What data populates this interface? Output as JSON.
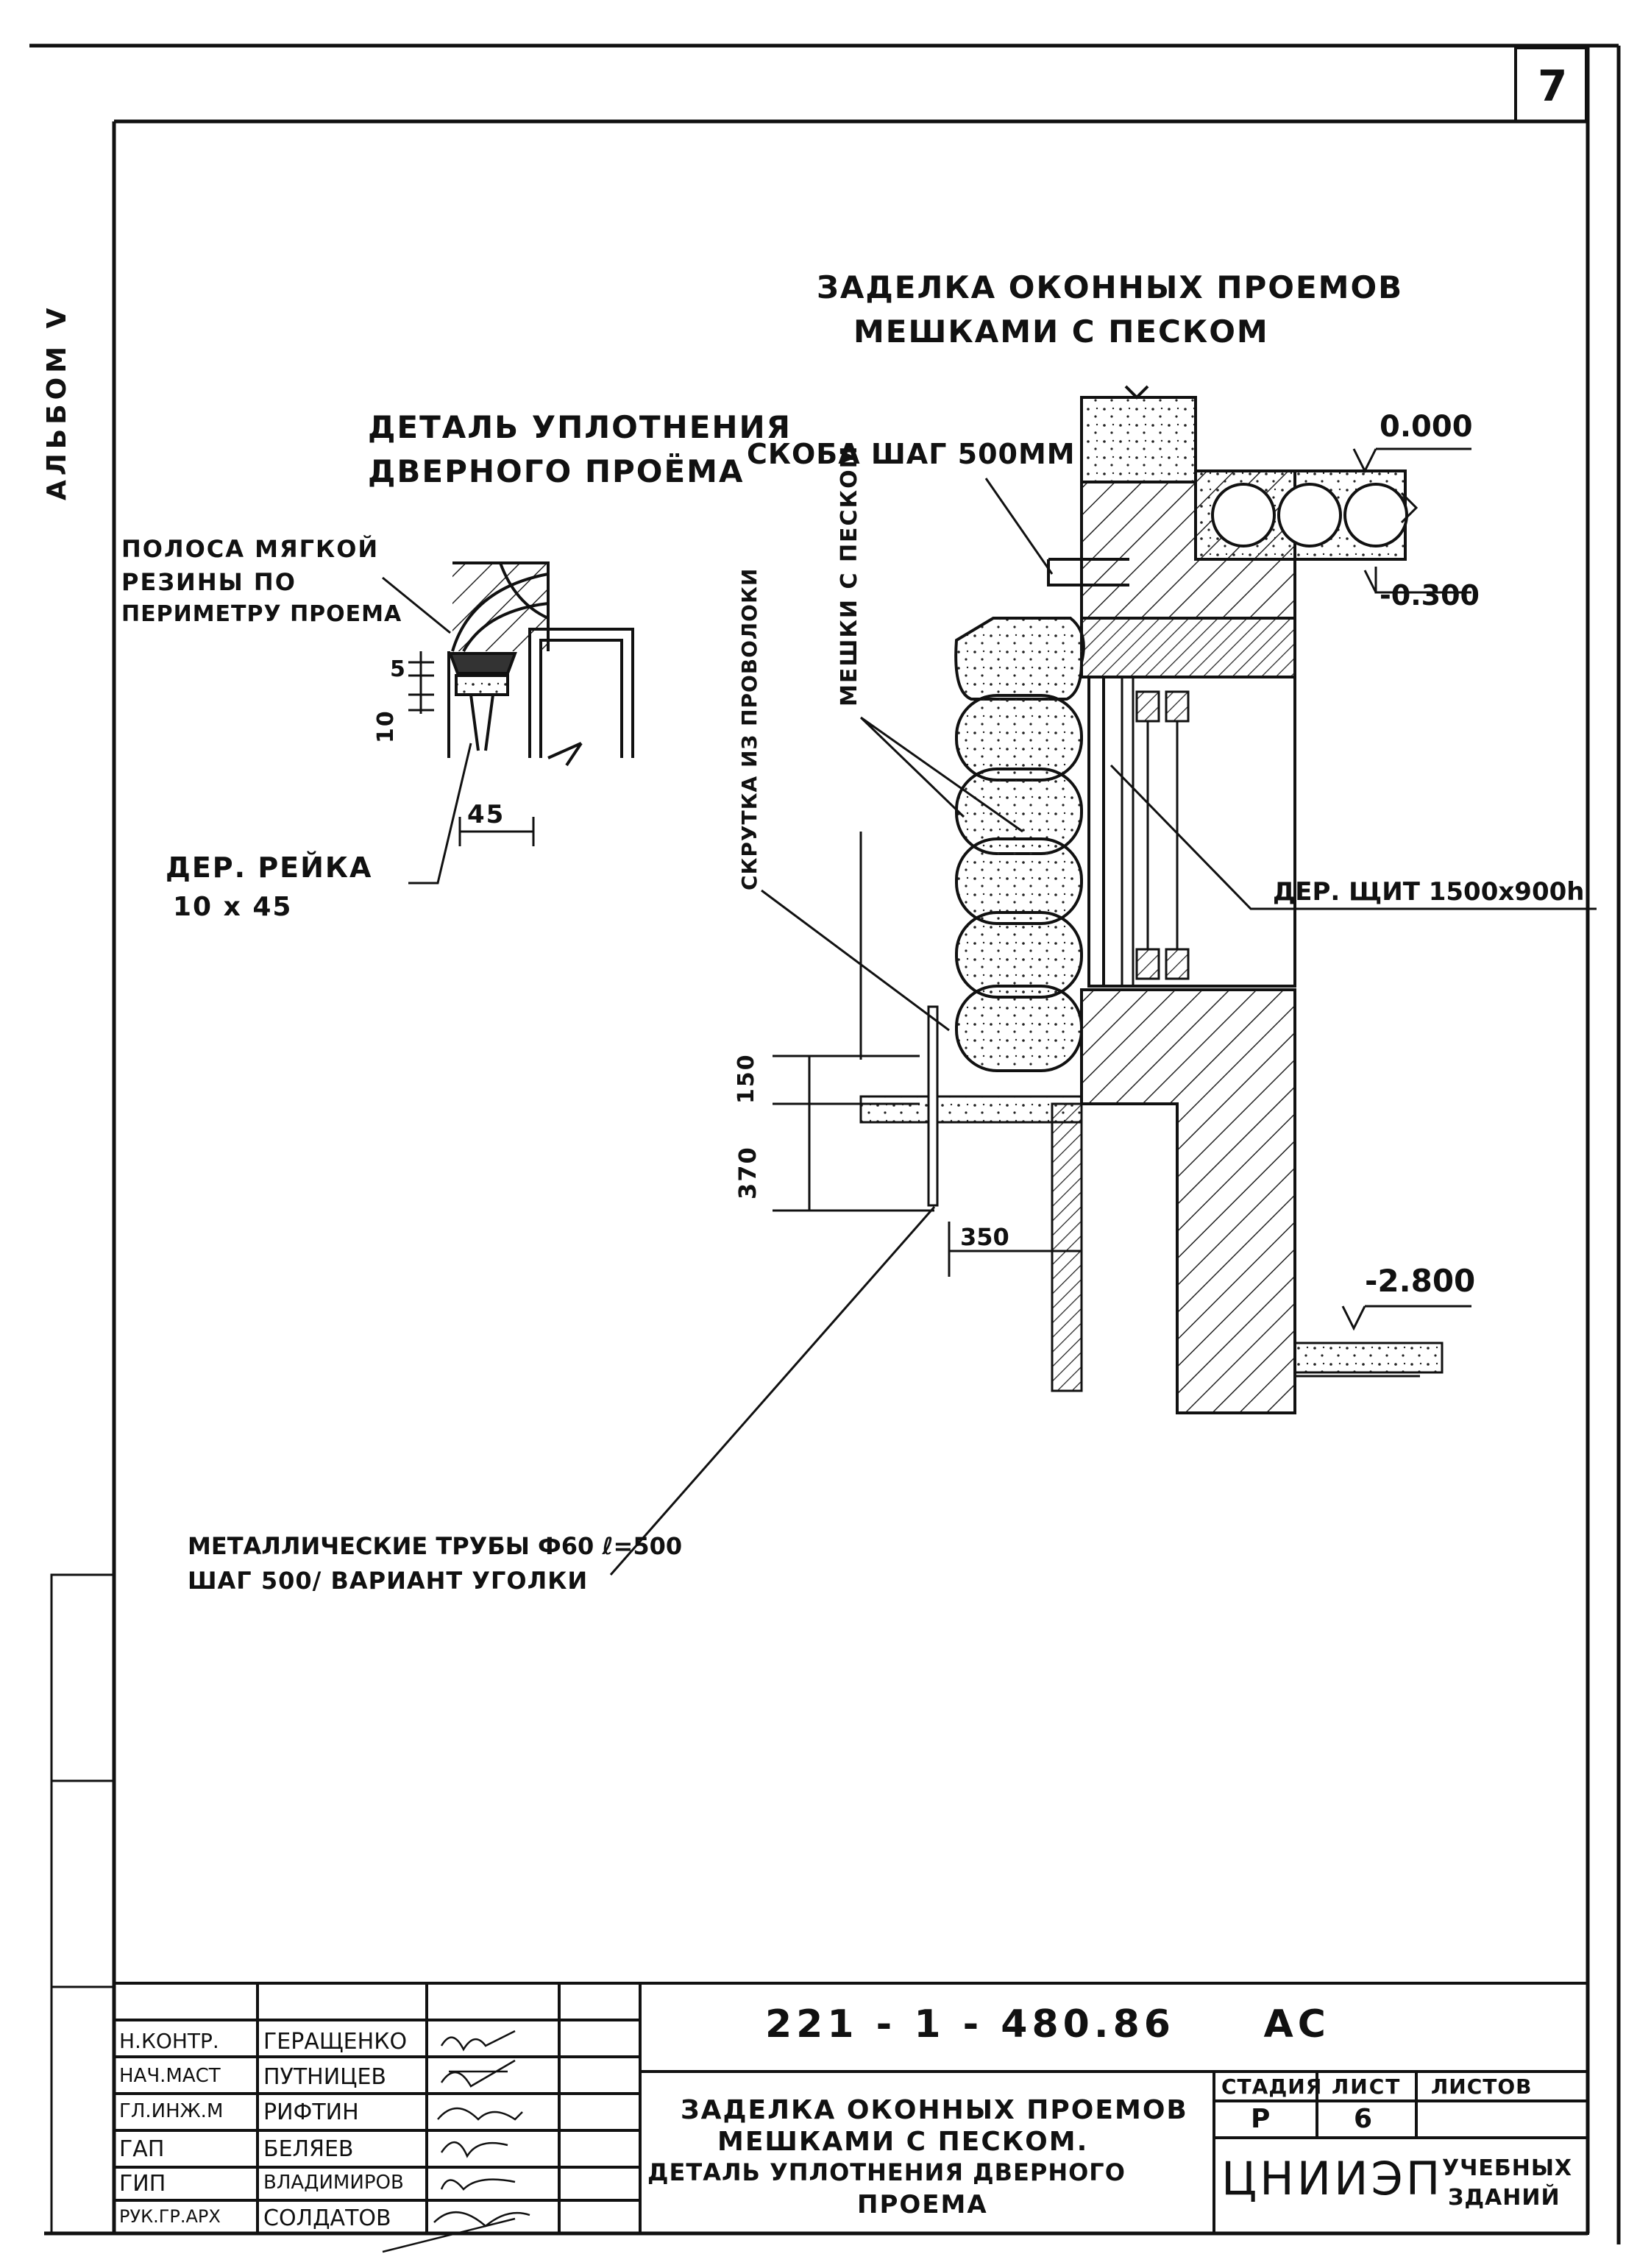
{
  "sheet": {
    "page_number": "7",
    "margin_stamp": "АЛЬБОМ V"
  },
  "detail_door": {
    "title_line1": "ДЕТАЛЬ УПЛОТНЕНИЯ",
    "title_line2": "ДВЕРНОГО ПРОЁМА",
    "strip_label_line1": "ПОЛОСА МЯГКОЙ",
    "strip_label_line2": "РЕЗИНЫ ПО",
    "strip_label_line3": "ПЕРИМЕТРУ ПРОЕМА",
    "dim_5": "5",
    "dim_10": "10",
    "dim_45": "45",
    "batten_label": "ДЕР. РЕЙКА",
    "batten_size": "10 x 45"
  },
  "detail_window": {
    "title_line1": "ЗАДЕЛКА ОКОННЫХ ПРОЕМОВ",
    "title_line2": "МЕШКАМИ С ПЕСКОМ",
    "level_top": "0.000",
    "level_slab": "-0.300",
    "level_floor": "-2.800",
    "bracket_label": "СКОБА ШАГ 500ММ",
    "bags_label": "МЕШКИ С ПЕСКОМ",
    "wire_label": "СКРУТКА ИЗ ПРОВОЛОКИ",
    "shield_label": "ДЕР. ЩИТ 1500x900h",
    "dim_150": "150",
    "dim_370": "370",
    "dim_350": "350",
    "pipes_line1": "МЕТАЛЛИЧЕСКИЕ ТРУБЫ Ф60 ℓ=500",
    "pipes_line2": "ШАГ 500/ ВАРИАНТ УГОЛКИ"
  },
  "title_block": {
    "designation": "221 - 1 - 480.86     АС",
    "drawing_title": [
      "ЗАДЕЛКА ОКОННЫХ ПРОЕМОВ",
      "МЕШКАМИ С ПЕСКОМ.",
      "ДЕТАЛЬ УПЛОТНЕНИЯ ДВЕРНОГО",
      "ПРОЕМА"
    ],
    "stage_header": "СТАДИЯ",
    "sheet_header": "ЛИСТ",
    "sheets_header": "ЛИСТОВ",
    "stage_value": "Р",
    "sheet_value": "6",
    "org_name": "ЦНИИЭП",
    "org_sub_line1": "УЧЕБНЫХ",
    "org_sub_line2": "ЗДАНИЙ",
    "signatories": [
      {
        "role": "Н.КОНТР.",
        "name": "ГЕРАЩЕНКО"
      },
      {
        "role": "НАЧ.МАСТ",
        "name": "ПУТНИЦЕВ"
      },
      {
        "role": "ГЛ.ИНЖ.М",
        "name": "РИФТИН"
      },
      {
        "role": "ГАП",
        "name": "БЕЛЯЕВ"
      },
      {
        "role": "ГИП",
        "name": "ВЛАДИМИРОВ"
      },
      {
        "role": "РУК.ГР.АРХ",
        "name": "СОЛДАТОВ"
      }
    ]
  }
}
